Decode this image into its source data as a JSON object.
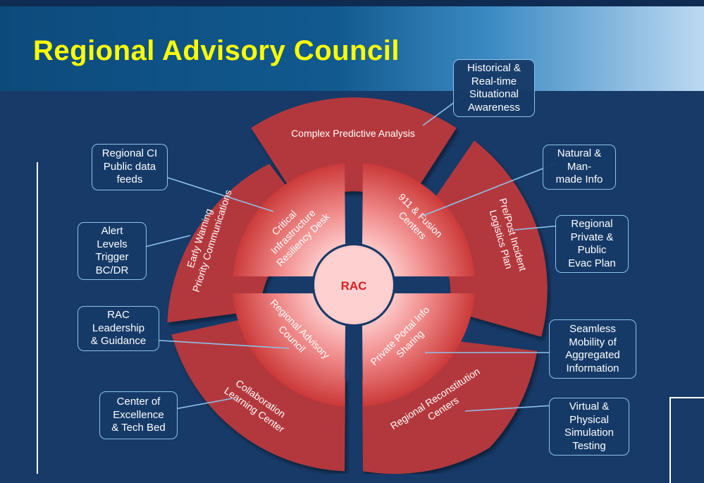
{
  "title": "Regional Advisory Council",
  "colors": {
    "background": "#173a68",
    "title_text": "#ffff00",
    "outer_ring": "#b3383d",
    "inner_quadrant_center": "#ffd0d0",
    "inner_quadrant_edge": "#cc3a3a",
    "center_text": "#d62020",
    "callout_border": "#8ec2ea"
  },
  "diagram": {
    "center": {
      "label": "RAC"
    },
    "inner_quadrants": [
      {
        "id": "critical-infrastructure",
        "lines": [
          "Critical",
          "Infrastructure",
          "Resiliency Desk"
        ]
      },
      {
        "id": "fusion-centers",
        "lines": [
          "911 & Fusion",
          "Centers"
        ]
      },
      {
        "id": "private-portal",
        "lines": [
          "Private Portal Info",
          "Sharing"
        ]
      },
      {
        "id": "regional-advisory-council",
        "lines": [
          "Regional Advisory",
          "Council"
        ]
      }
    ],
    "outer_segments": [
      {
        "id": "complex-predictive-analysis",
        "lines": [
          "Complex Predictive Analysis"
        ]
      },
      {
        "id": "logistics-plan",
        "lines": [
          "Pre/Post Incident",
          "Logistics Plan"
        ]
      },
      {
        "id": "regional-reconstitution",
        "lines": [
          "Regional Reconstitution",
          "Centers"
        ]
      },
      {
        "id": "collaboration-learning",
        "lines": [
          "Collaboration",
          "Learning Center"
        ]
      },
      {
        "id": "early-warning",
        "lines": [
          "Early Warning",
          "Priority Communications"
        ]
      }
    ]
  },
  "callouts": {
    "historical": "Historical &\nReal-time\nSituational\nAwareness",
    "regional_ci": "Regional CI\nPublic data\nfeeds",
    "natural": "Natural &\nMan-\nmade Info",
    "alert": "Alert\nLevels\nTrigger\nBC/DR",
    "evac": "Regional\nPrivate &\nPublic\nEvac Plan",
    "leadership": "RAC\nLeadership\n& Guidance",
    "mobility": "Seamless\nMobility  of\nAggregated\nInformation",
    "excellence": "Center of\nExcellence\n& Tech Bed",
    "virtual": "Virtual &\nPhysical\nSimulation\nTesting"
  }
}
